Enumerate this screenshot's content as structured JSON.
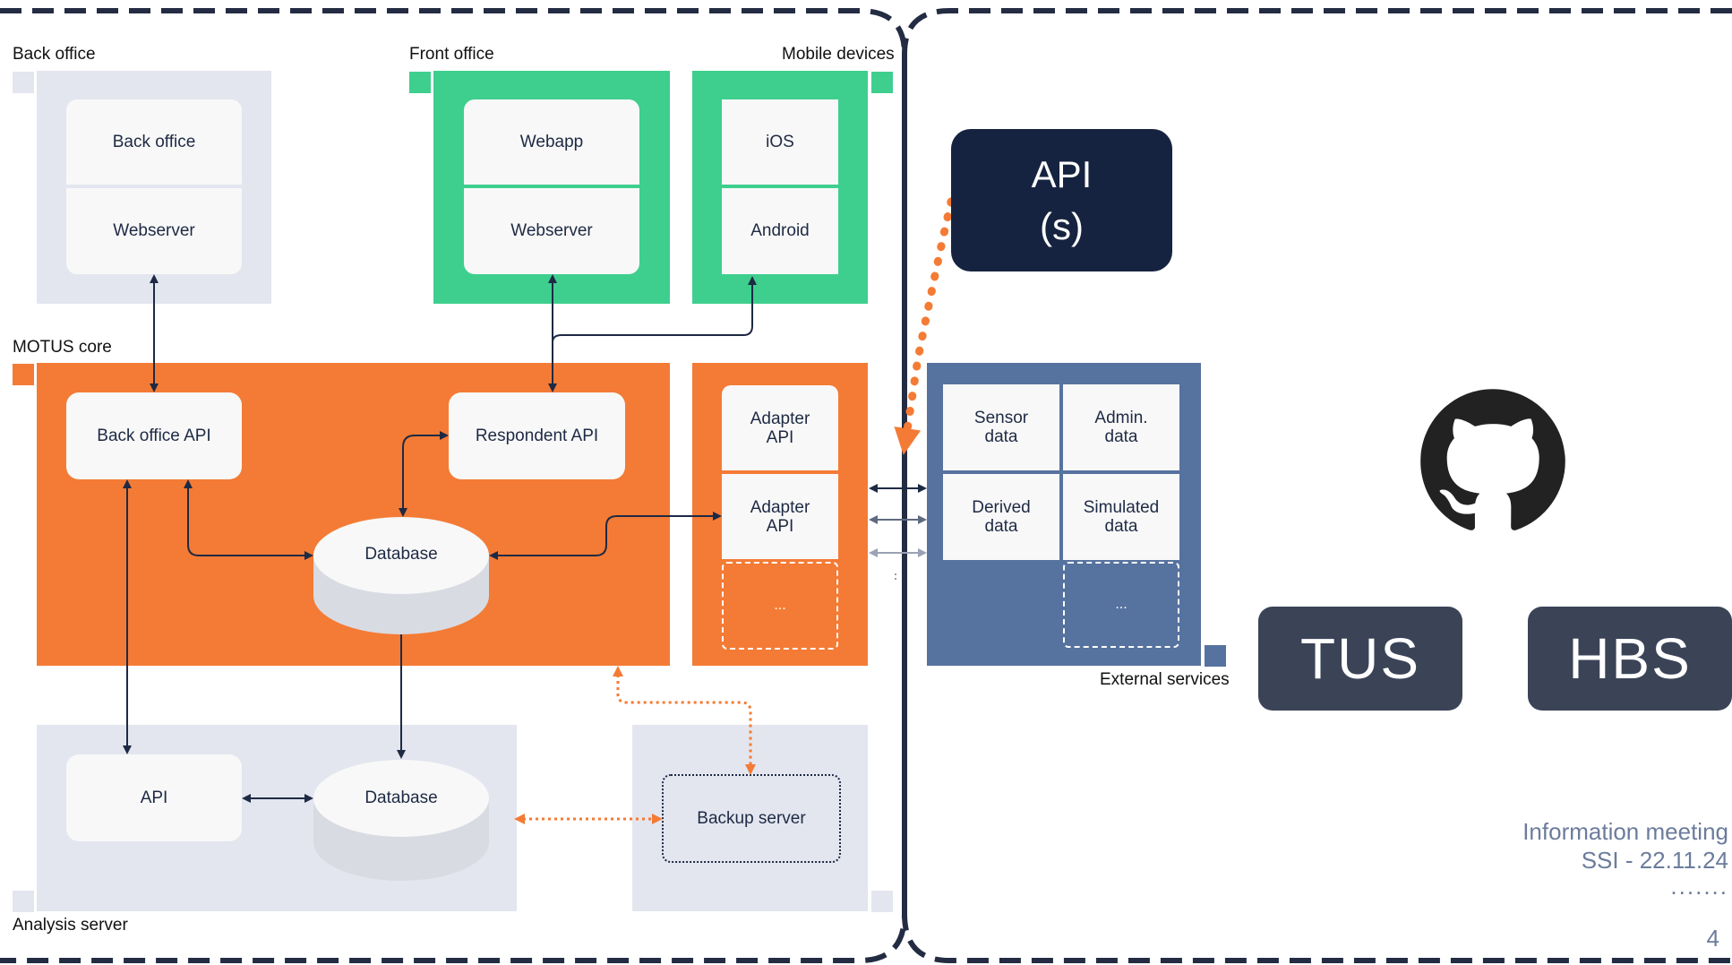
{
  "regions": {
    "back_office": "Back office",
    "front_office": "Front office",
    "mobile_devices": "Mobile devices",
    "motus_core": "MOTUS core",
    "analysis_server": "Analysis server",
    "external_services": "External services"
  },
  "back_office": {
    "top": "Back office",
    "bottom": "Webserver"
  },
  "front_office": {
    "top": "Webapp",
    "bottom": "Webserver"
  },
  "mobile": {
    "top": "iOS",
    "bottom": "Android"
  },
  "core": {
    "back_office_api": "Back office API",
    "respondent_api": "Respondent API",
    "database": "Database",
    "adapter_api_1": "Adapter\nAPI",
    "adapter_api_2": "Adapter\nAPI",
    "more": "..."
  },
  "analysis": {
    "api": "API",
    "database": "Database",
    "backup_server": "Backup server"
  },
  "external": {
    "sensor_data": "Sensor\ndata",
    "admin_data": "Admin.\ndata",
    "derived_data": "Derived\ndata",
    "simulated_data": "Simulated\ndata",
    "more": "..."
  },
  "api_box": {
    "line1": "API",
    "line2": "(s)"
  },
  "buttons": {
    "tus": "TUS",
    "hbs": "HBS"
  },
  "footer": {
    "line1": "Information meeting",
    "line2": "SSI - 22.11.24",
    "dots": ".......",
    "page": "4"
  },
  "colors": {
    "green": "#3ecf8e",
    "orange": "#f47b35",
    "slate_blue": "#56729f",
    "light_gray": "#e3e6ef",
    "navy": "#162340",
    "dark_button": "#3b4357"
  },
  "icons": {
    "github": "github-octocat-icon"
  }
}
